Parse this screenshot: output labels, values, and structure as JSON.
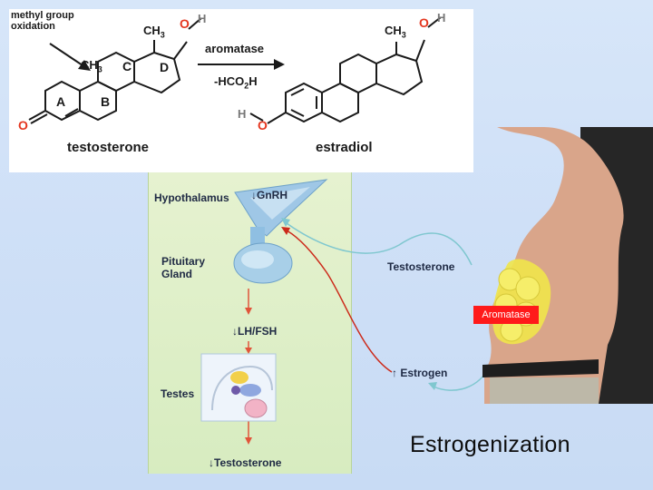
{
  "reaction": {
    "annotation_line1": "methyl group",
    "annotation_line2": "oxidation",
    "testosterone_label": "testosterone",
    "estradiol_label": "estradiol",
    "enzyme_label": "aromatase",
    "byproduct_label": "-HCO",
    "byproduct_sub": "2",
    "byproduct_tail": "H",
    "ring_a": "A",
    "ring_b": "B",
    "ring_c": "C",
    "ring_d": "D",
    "ch3_main": "CH",
    "ch3_sub": "3",
    "oxygen": "O",
    "hydrogen": "H"
  },
  "axis": {
    "hypothalamus": "Hypothalamus",
    "gnrh": "↓GnRH",
    "pituitary_line1": "Pituitary",
    "pituitary_line2": "Gland",
    "lh_fsh": "↓LH/FSH",
    "testes": "Testes",
    "testosterone_down": "↓Testosterone"
  },
  "body": {
    "testosterone": "Testosterone",
    "estrogen": "↑ Estrogen",
    "aromatase": "Aromatase"
  },
  "caption": "Estrogenization",
  "colors": {
    "background": "#cfe0f7",
    "oxygen_red": "#e4361f",
    "aromatase_red": "#ff1a1a",
    "arrow_teal": "#7fc7cf",
    "arrow_red": "#cc2a1a"
  }
}
